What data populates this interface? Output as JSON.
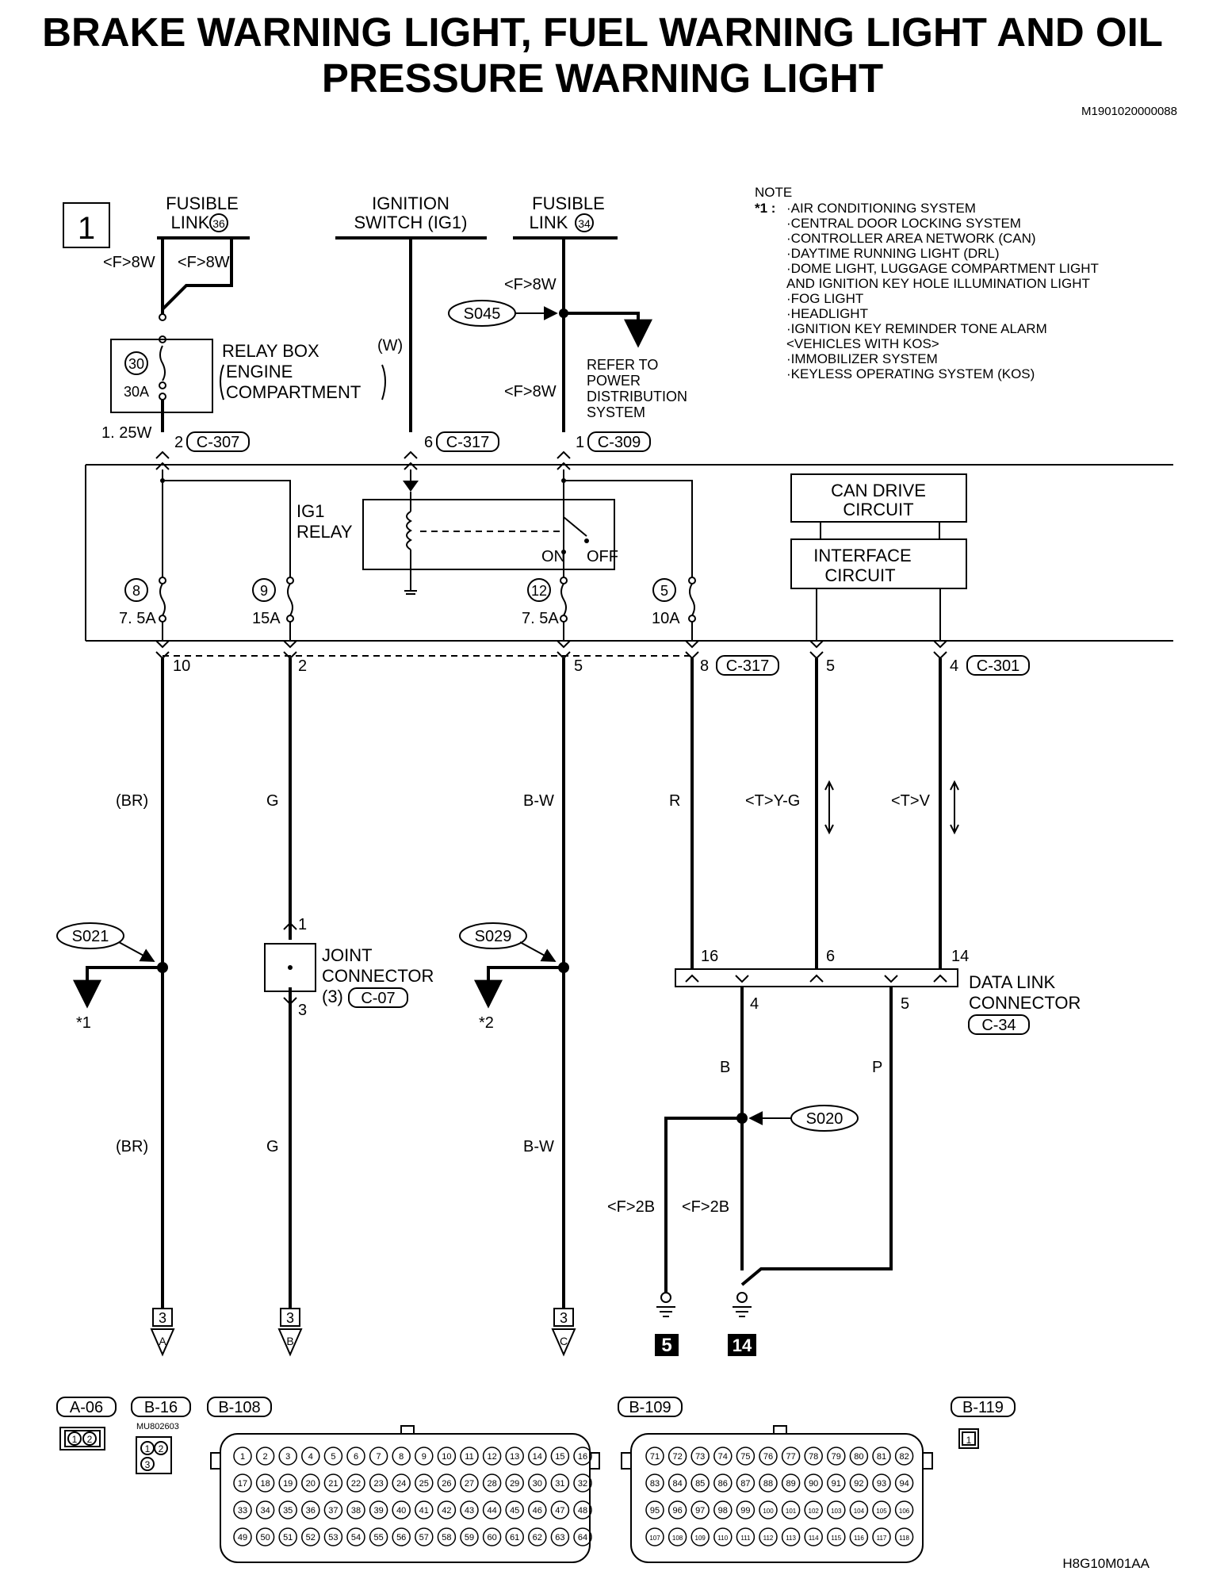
{
  "title": {
    "line1": "BRAKE WARNING LIGHT, FUEL WARNING LIGHT AND OIL",
    "line2": "PRESSURE WARNING LIGHT"
  },
  "doc_id": "M1901020000088",
  "figure_id": "H8G10M01AA",
  "page_number": "1",
  "sources": {
    "fusible_link_36": {
      "line1": "FUSIBLE",
      "line2": "LINK",
      "num": "36"
    },
    "ignition_switch": {
      "line1": "IGNITION",
      "line2": "SWITCH (IG1)"
    },
    "fusible_link_34": {
      "line1": "FUSIBLE",
      "line2": "LINK",
      "num": "34"
    }
  },
  "wire_specs": {
    "f8w_left_a": "<F>8W",
    "f8w_left_b": "<F>8W",
    "f8w_right_top": "<F>8W",
    "f8w_right_mid": "<F>8W",
    "w_125": "1. 25W",
    "w_paren": "(W)"
  },
  "relay_box": {
    "line1": "RELAY BOX",
    "line2": "ENGINE",
    "line3": "COMPARTMENT",
    "fuse_num": "30",
    "fuse_amp": "30A"
  },
  "splices": {
    "s045": "S045",
    "s021": "S021",
    "s029": "S029",
    "s020": "S020"
  },
  "refer_to": [
    "REFER TO",
    "POWER",
    "DISTRIBUTION",
    "SYSTEM"
  ],
  "connectors_top": {
    "c307": {
      "pin": "2",
      "name": "C-307"
    },
    "c317a": {
      "pin": "6",
      "name": "C-317"
    },
    "c309": {
      "pin": "1",
      "name": "C-309"
    }
  },
  "ig1_relay": {
    "line1": "IG1",
    "line2": "RELAY",
    "on": "ON",
    "off": "OFF"
  },
  "can_drive": {
    "line1": "CAN DRIVE",
    "line2": "CIRCUIT"
  },
  "interface": {
    "line1": "INTERFACE",
    "line2": "CIRCUIT"
  },
  "fuses": [
    {
      "num": "8",
      "amp": "7. 5A"
    },
    {
      "num": "9",
      "amp": "15A"
    },
    {
      "num": "12",
      "amp": "7. 5A"
    },
    {
      "num": "5",
      "amp": "10A"
    }
  ],
  "bottom_pins": {
    "p10": "10",
    "p2": "2",
    "p5a": "5",
    "p8": "8",
    "c317b": "C-317",
    "p5b": "5",
    "p4": "4",
    "c301": "C-301"
  },
  "wire_colors": {
    "br1": "(BR)",
    "g1": "G",
    "bw1": "B-W",
    "r": "R",
    "tyg": "<T>Y-G",
    "tv": "<T>V",
    "br2": "(BR)",
    "g2": "G",
    "bw2": "B-W",
    "b": "B",
    "p": "P",
    "f2b_a": "<F>2B",
    "f2b_b": "<F>2B"
  },
  "joint_connector": {
    "line1": "JOINT",
    "line2": "CONNECTOR",
    "line3": "(3)",
    "name": "C-07",
    "pin_top": "1",
    "pin_bottom": "3"
  },
  "refs": {
    "star1": "*1",
    "star2": "*2"
  },
  "data_link": {
    "line1": "DATA LINK",
    "line2": "CONNECTOR",
    "name": "C-34",
    "p16": "16",
    "p6": "6",
    "p14": "14",
    "p4": "4",
    "p5": "5"
  },
  "continuations": [
    {
      "page": "3",
      "letter": "A"
    },
    {
      "page": "3",
      "letter": "B"
    },
    {
      "page": "3",
      "letter": "C"
    }
  ],
  "grounds": {
    "g5": "5",
    "g14": "14"
  },
  "note": {
    "heading": "NOTE",
    "marker": "*1 :",
    "items": [
      "·AIR CONDITIONING SYSTEM",
      "·CENTRAL DOOR LOCKING SYSTEM",
      "·CONTROLLER AREA NETWORK (CAN)",
      "·DAYTIME RUNNING LIGHT (DRL)",
      "·DOME LIGHT, LUGGAGE COMPARTMENT LIGHT",
      " AND IGNITION KEY HOLE ILLUMINATION LIGHT",
      "·FOG LIGHT",
      "·HEADLIGHT",
      "·IGNITION KEY REMINDER TONE ALARM",
      " <VEHICLES WITH KOS>",
      "·IMMOBILIZER SYSTEM",
      "·KEYLESS OPERATING SYSTEM (KOS)"
    ]
  },
  "connector_views": {
    "a06": {
      "name": "A-06",
      "pins": [
        "1",
        "2"
      ]
    },
    "b16": {
      "name": "B-16",
      "part": "MU802603",
      "pins": [
        "1",
        "2",
        "3"
      ]
    },
    "b108": {
      "name": "B-108",
      "pin_start": 1,
      "pin_end": 64
    },
    "b109": {
      "name": "B-109",
      "pin_start": 71,
      "pin_end": 118
    },
    "b119": {
      "name": "B-119",
      "pins": [
        "1"
      ]
    }
  }
}
